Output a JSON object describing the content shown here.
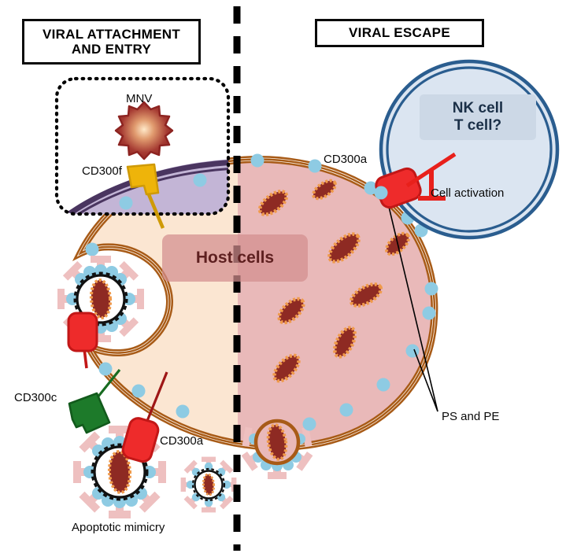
{
  "figure": {
    "title_left": "VIRAL ATTACHMENT AND ENTRY",
    "title_right": "VIRAL ESCAPE"
  },
  "headers": {
    "left_line1": "VIRAL ATTACHMENT",
    "left_line2": "AND ENTRY",
    "right": "VIRAL ESCAPE"
  },
  "labels": {
    "mnv": "MNV",
    "cd300f": "CD300f",
    "cd300a_nk": "CD300a",
    "cell_activation": "Cell activation",
    "cd300c": "CD300c",
    "cd300a_bottom": "CD300a",
    "apoptotic_mimicry": "Apoptotic mimicry",
    "ps_and_pe": "PS and PE",
    "host_cells": "Host cells",
    "nk_cell": "NK cell",
    "t_cell": "T cell?"
  },
  "colors": {
    "membrane_brown": "#a85b17",
    "cytoplasm_left": "#fbe6d2",
    "cytoplasm_right": "#e9b9b9",
    "inclusion_fill": "#8e2a23",
    "inclusion_edge": "#f09a4a",
    "ps_pe_dot": "#8ecbe3",
    "cd300a_red": "#ee2b2b",
    "cd300c_green": "#1d7a2a",
    "cd300f_yellow": "#eeb40a",
    "nk_outline": "#2a5d8f",
    "nk_fill": "#dbe5f1",
    "nk_label_bg": "#ccd8e6",
    "host_label_bg": "#d38d8d",
    "inset_membrane_purple": "#4a3560",
    "inset_fill_purple": "#c3b5d6",
    "mnv_capsid": "#9b2b2b",
    "spike_pink": "#eec0c0",
    "divider_black": "#000000"
  },
  "icons": {
    "mnv_virion": "mnv-virion-icon",
    "apoptotic_virion": "apoptotic-virion-icon",
    "budding_virion": "budding-virion-icon",
    "inhibition_bar": "inhibition-bar-icon",
    "receptor_cd300a": "cd300a-receptor-icon",
    "receptor_cd300c": "cd300c-receptor-icon",
    "receptor_cd300f": "cd300f-receptor-icon",
    "ps_pe_dot": "ps-pe-lipid-dot-icon",
    "divider": "panel-divider-icon",
    "inset_frame": "inset-dotted-frame-icon"
  },
  "diagram": {
    "ps_pe_dot_count_outer": 17,
    "inclusion_count": 9,
    "virion_count": 5,
    "panels": [
      "VIRAL ATTACHMENT AND ENTRY",
      "VIRAL ESCAPE"
    ]
  }
}
